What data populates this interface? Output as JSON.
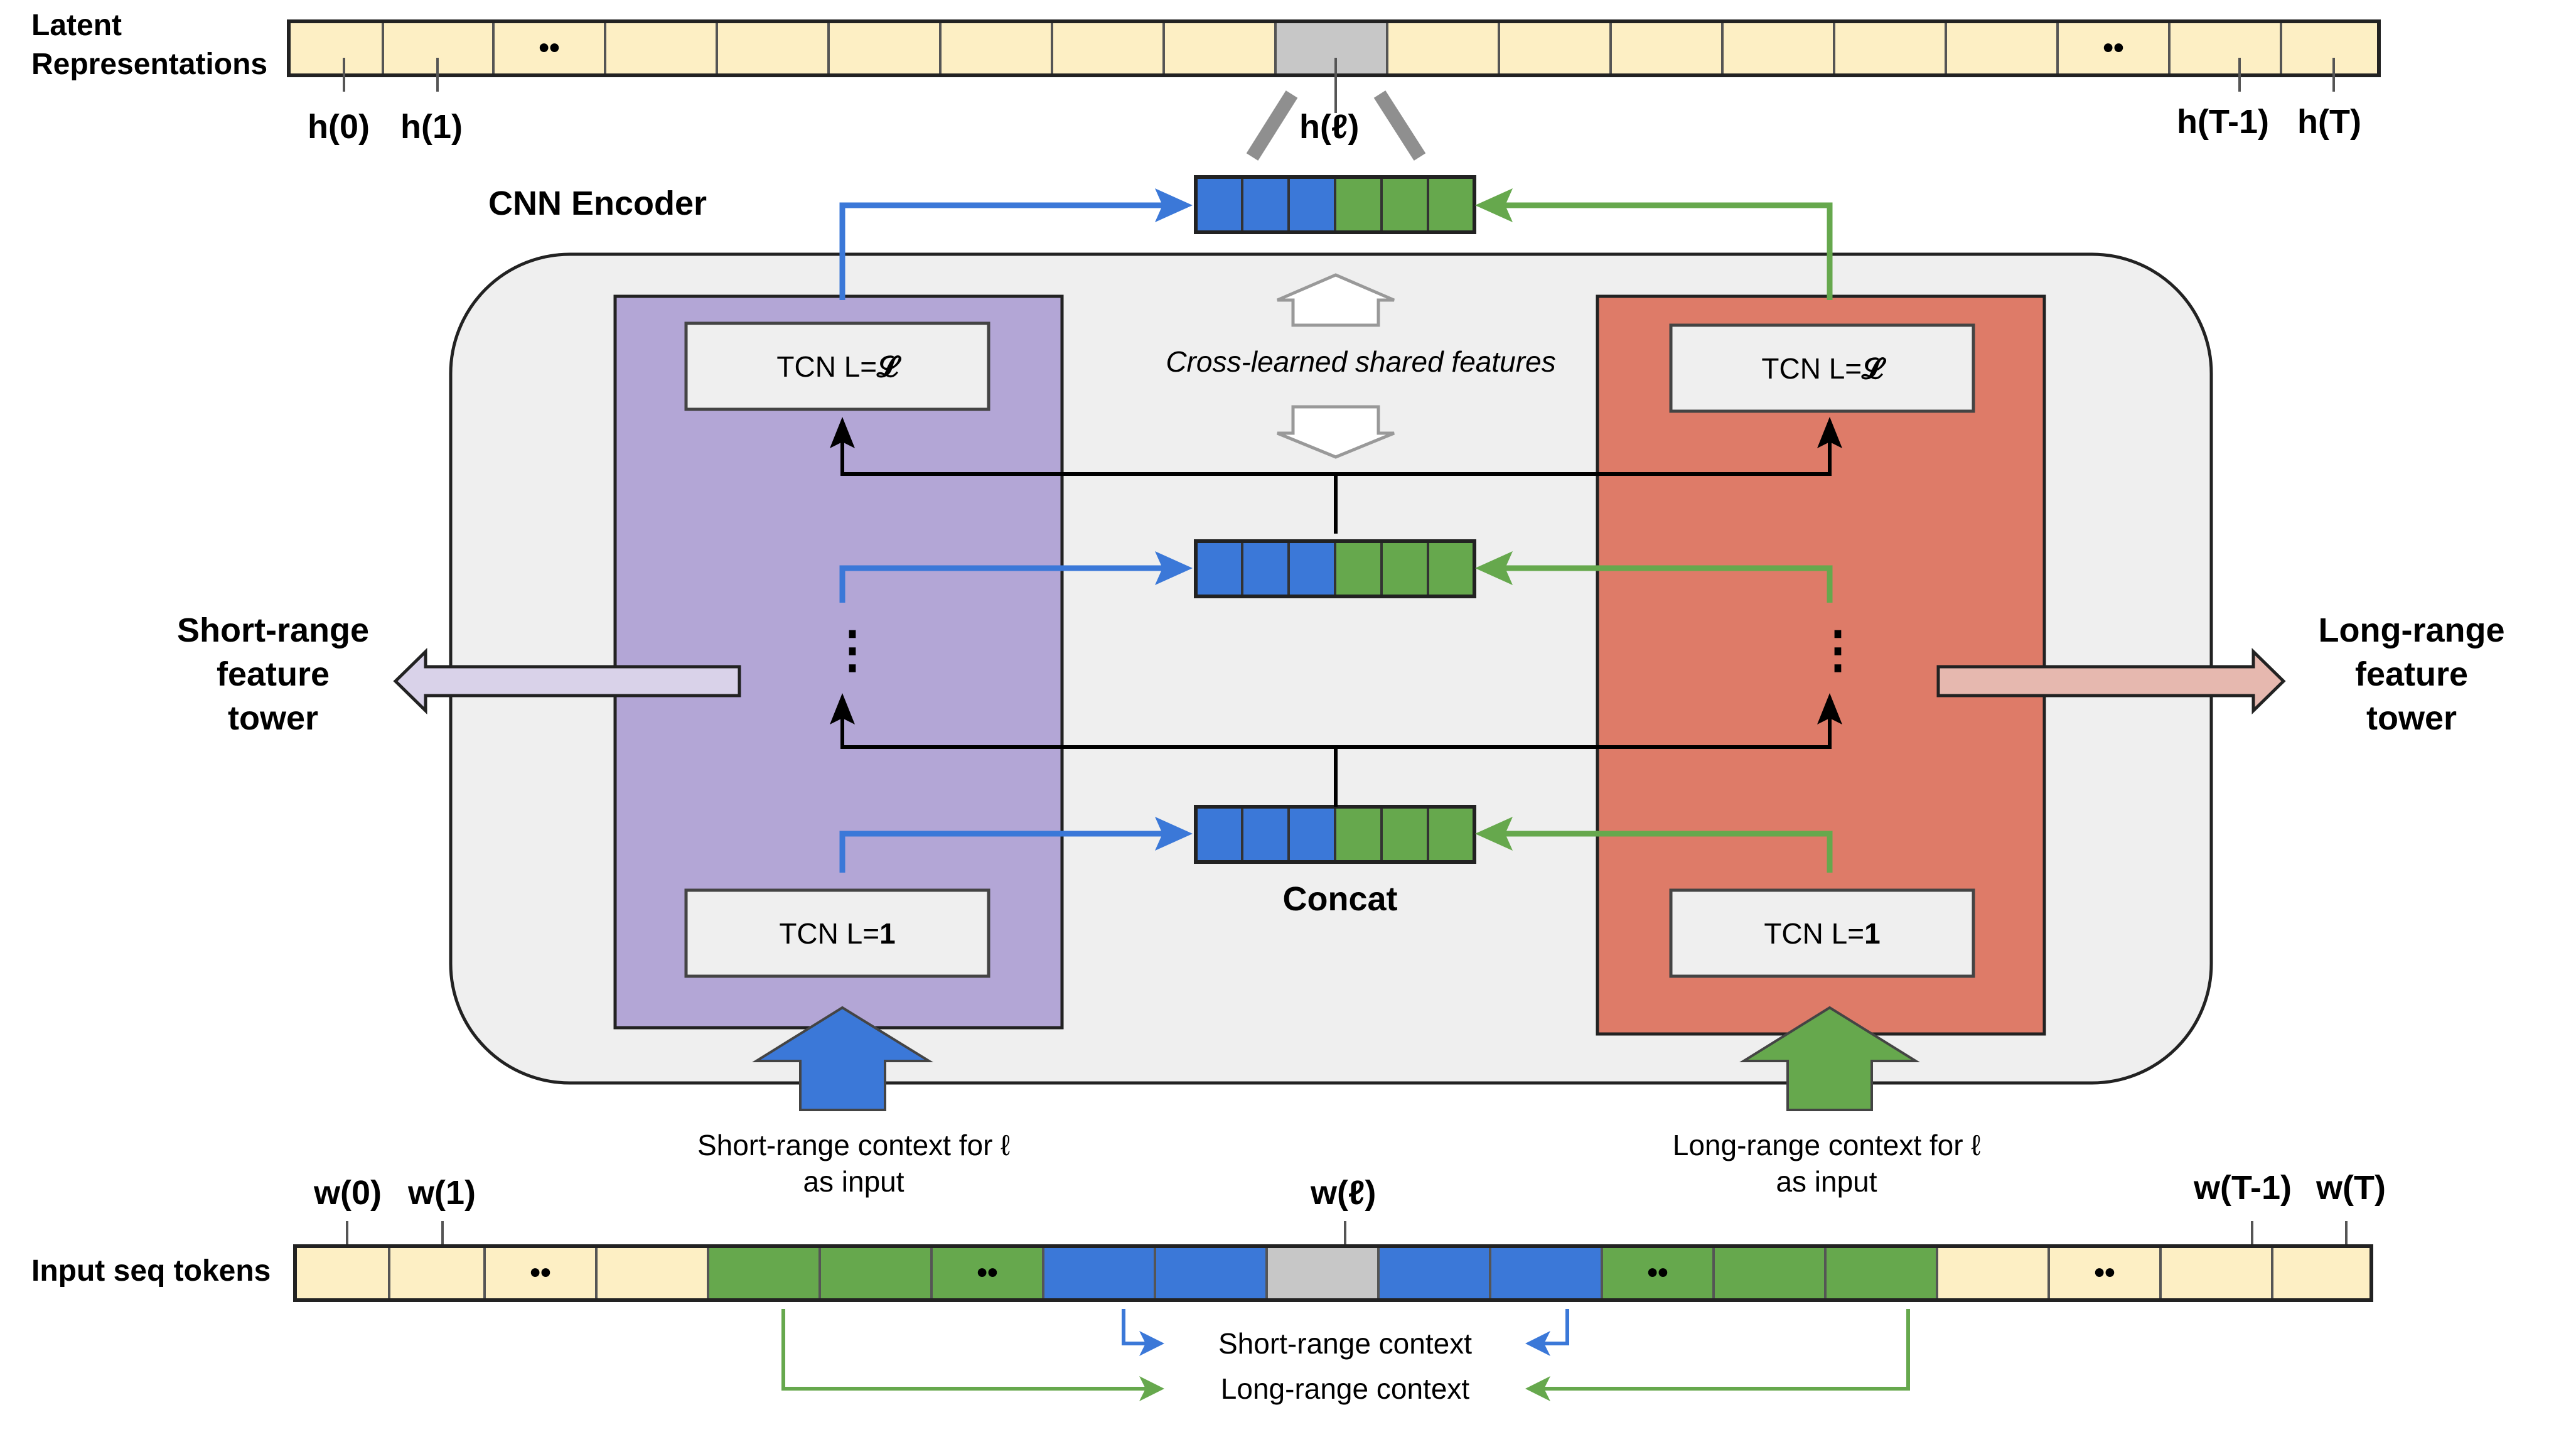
{
  "latent": {
    "label_line1": "Latent",
    "label_line2": "Representations",
    "dots": "••",
    "ticks": [
      "h(0)",
      "h(1)",
      "h(ℓ)",
      "h(T-1)",
      "h(T)"
    ]
  },
  "encoder": {
    "title": "CNN Encoder",
    "cross_label": "Cross-learned shared features",
    "concat_label": "Concat",
    "short_tcn_top": "TCN L=",
    "short_tcn_top_bold": "𝓛",
    "short_tcn_bottom": "TCN L=",
    "short_tcn_bottom_bold": "1",
    "long_tcn_top": "TCN L=",
    "long_tcn_top_bold": "𝓛",
    "long_tcn_bottom": "TCN L=",
    "long_tcn_bottom_bold": "1",
    "vdots": "⋮"
  },
  "towers": {
    "short_line1": "Short-range",
    "short_line2": "feature",
    "short_line3": "tower",
    "long_line1": "Long-range",
    "long_line2": "feature",
    "long_line3": "tower"
  },
  "inputs": {
    "short_ctx_line1": "Short-range context for ℓ",
    "short_ctx_line2": "as input",
    "long_ctx_line1": "Long-range context for ℓ",
    "long_ctx_line2": "as input"
  },
  "tokens": {
    "label": "Input seq tokens",
    "dots": "••",
    "ticks": [
      "w(0)",
      "w(1)",
      "w(ℓ)",
      "w(T-1)",
      "w(T)"
    ]
  },
  "legend": {
    "short": "Short-range context",
    "long": "Long-range context"
  },
  "colors": {
    "cream": "#fdefc4",
    "grey_cell": "#c7c7c7",
    "blue": "#3b78d8",
    "green": "#66a84d",
    "purple": "#b3a6d6",
    "salmon": "#de7b68",
    "encoder_bg": "#efefef",
    "light_purple": "#d9d2e9",
    "light_salmon": "#e6b8af"
  }
}
